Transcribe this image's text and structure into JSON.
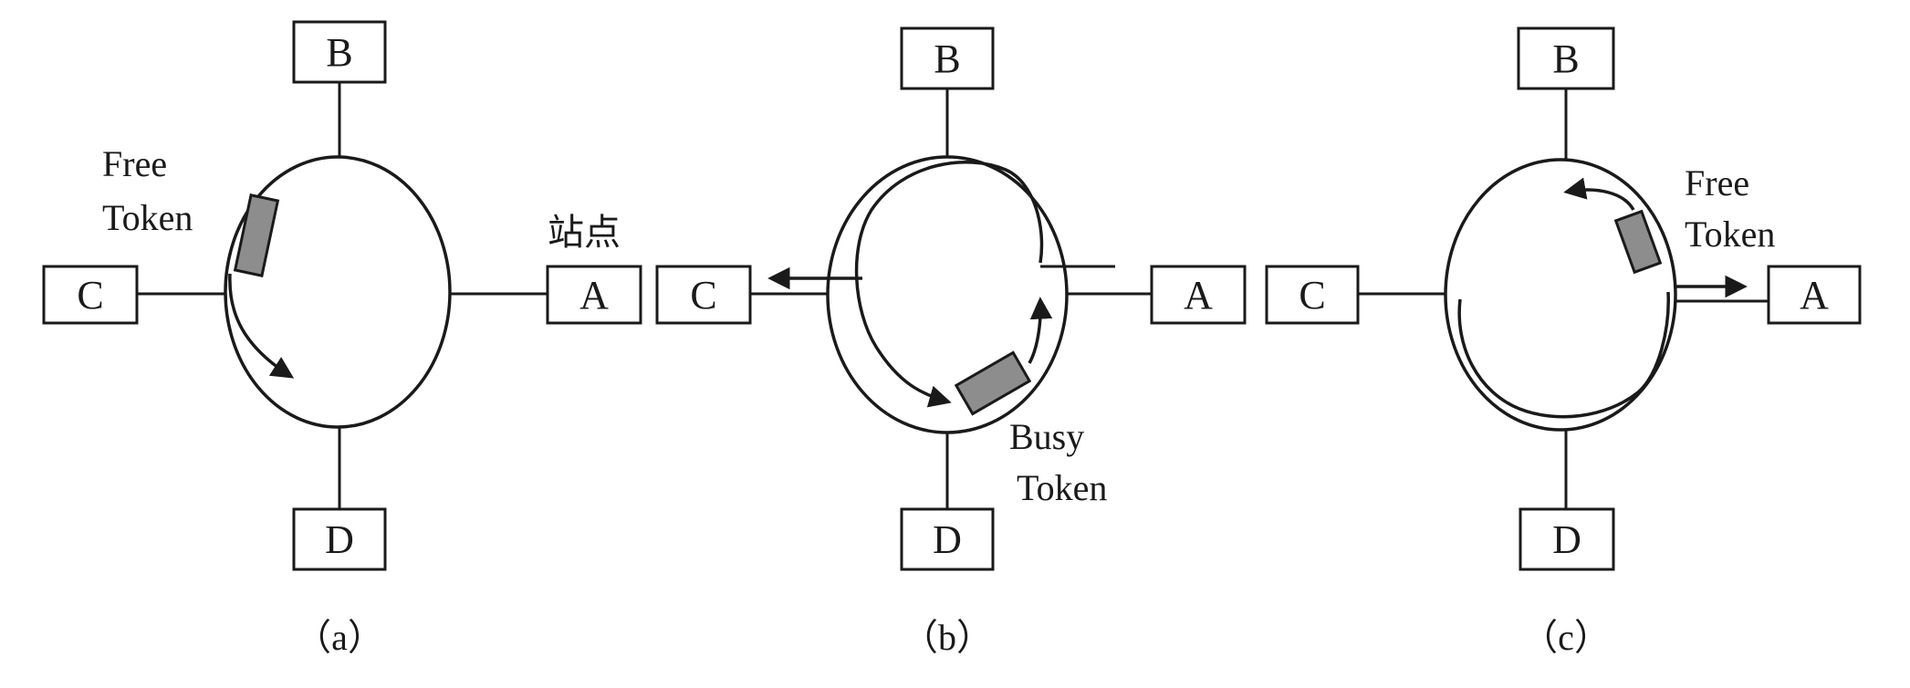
{
  "panels": [
    {
      "caption": "（a）",
      "stations": {
        "a": "A",
        "b": "B",
        "c": "C",
        "d": "D"
      },
      "token_label_line1": "Free",
      "token_label_line2": "Token",
      "station_note": "站点"
    },
    {
      "caption": "（b）",
      "stations": {
        "a": "A",
        "b": "B",
        "c": "C",
        "d": "D"
      },
      "token_label_line1": "Busy",
      "token_label_line2": "Token"
    },
    {
      "caption": "（c）",
      "stations": {
        "a": "A",
        "b": "B",
        "c": "C",
        "d": "D"
      },
      "token_label_line1": "Free",
      "token_label_line2": "Token"
    }
  ],
  "colors": {
    "token_fill": "#8d8d8d",
    "stroke": "#1a1a1a"
  }
}
